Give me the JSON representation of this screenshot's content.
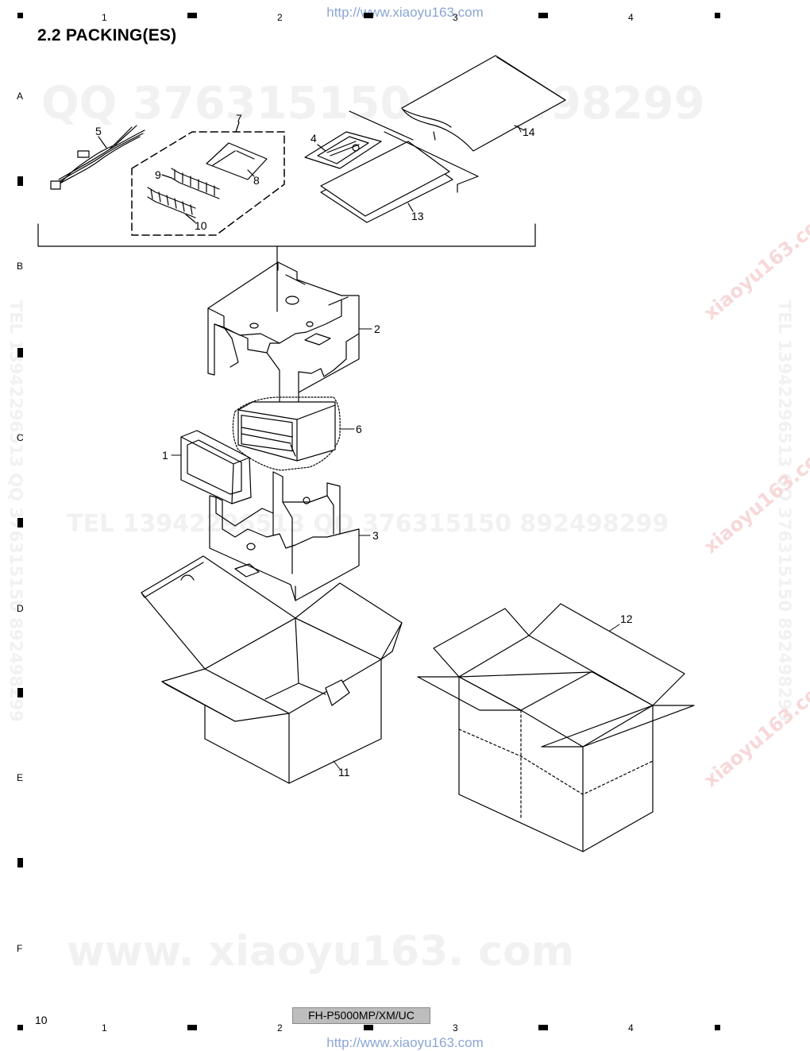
{
  "header": {
    "url": "http://www.xiaoyu163.com",
    "section_title": "2.2  PACKING(ES)"
  },
  "zones": {
    "columns": [
      "1",
      "2",
      "3",
      "4"
    ],
    "rows": [
      "A",
      "B",
      "C",
      "D",
      "E",
      "F"
    ]
  },
  "watermarks": {
    "qq_top": "QQ 376315150   892498299",
    "tel_mid": "TEL  13942296513   QQ  376315150  892498299",
    "vertical": "TEL 13942296513  QQ 376315150  892498299",
    "site_big": "www. xiaoyu163. com",
    "site_small": "xiaoyu163.com"
  },
  "callouts": {
    "c1": "1",
    "c2": "2",
    "c3": "3",
    "c4": "4",
    "c5": "5",
    "c6": "6",
    "c7": "7",
    "c8": "8",
    "c9": "9",
    "c10": "10",
    "c11": "11",
    "c12": "12",
    "c13": "13",
    "c14": "14"
  },
  "footer": {
    "page_number": "10",
    "model": "FH-P5000MP/XM/UC",
    "url": "http://www.xiaoyu163.com"
  }
}
